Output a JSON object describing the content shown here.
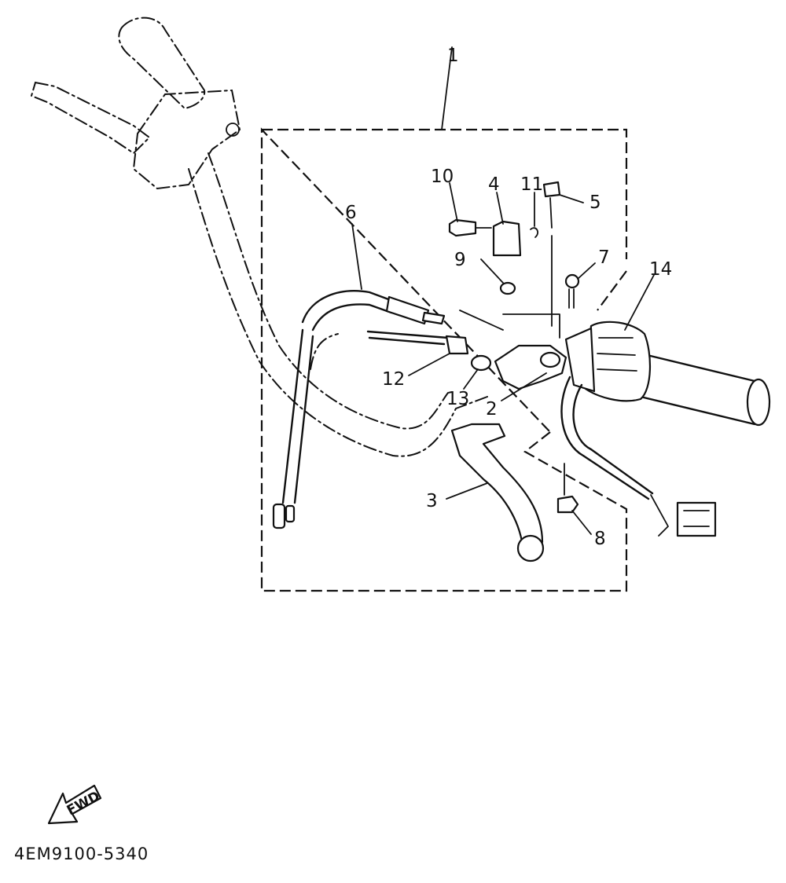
{
  "diagram": {
    "part_labels": {
      "p1": "1",
      "p2": "2",
      "p3": "3",
      "p4": "4",
      "p5": "5",
      "p6": "6",
      "p7": "7",
      "p8": "8",
      "p9": "9",
      "p10": "10",
      "p11": "11",
      "p12": "12",
      "p13": "13",
      "p14": "14"
    },
    "direction_label": "FWD",
    "drawing_code": "4EM9100-5340"
  }
}
